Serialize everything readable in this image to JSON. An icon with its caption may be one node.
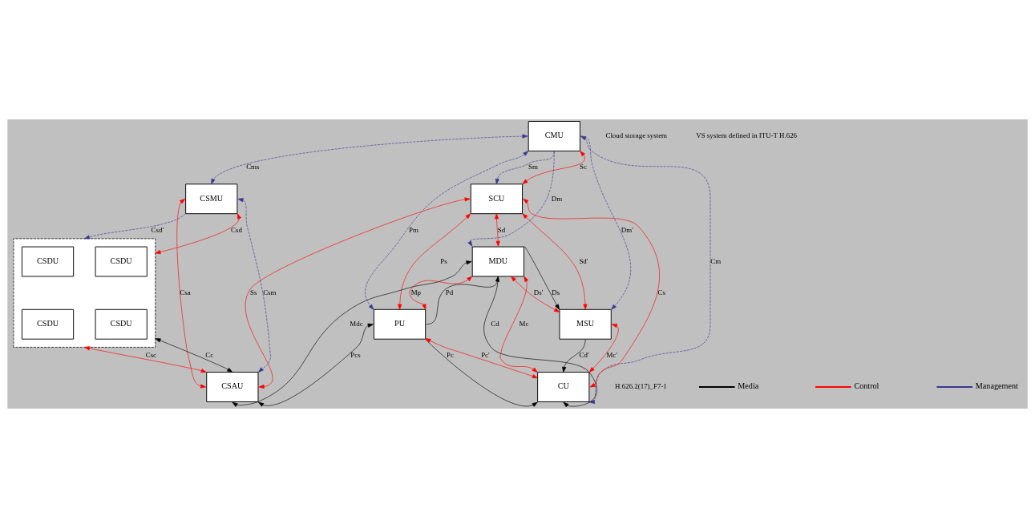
{
  "diagram": {
    "nodes": [
      {
        "text": [
          "CMU"
        ]
      },
      {
        "text": [
          "CSMU"
        ]
      },
      {
        "text": [],
        "shape": "box"
      },
      {
        "text": [
          "CSDU"
        ],
        "in": 2
      },
      {
        "text": [
          "CSDU"
        ],
        "in": 2
      },
      {
        "text": [
          "CSDU"
        ],
        "in": 2
      },
      {
        "text": [
          "CSDU"
        ],
        "in": 2
      },
      {
        "text": [
          "SCU"
        ]
      },
      {
        "text": [
          "MDU"
        ]
      },
      {
        "text": [
          "MSU"
        ]
      },
      {
        "text": [
          "CSAU"
        ]
      },
      {
        "text": [
          "PU"
        ]
      },
      {
        "text": [
          "CU"
        ]
      }
    ],
    "edges": [
      {
        "from": 0,
        "to": 1,
        "arrow": "both",
        "label": "Cms",
        "style": "dashed",
        "color": "#3c3791"
      },
      {
        "from": 1,
        "to": 10,
        "arrow": "both",
        "label": "Csm",
        "style": "dashed",
        "color": "#3c3791"
      },
      {
        "from": 1,
        "to": 2,
        "arrow": "to",
        "label": "Csd'",
        "style": "dashed",
        "color": "#3c3791"
      },
      {
        "from": 1,
        "to": 2,
        "arrow": "both",
        "label": "Csd",
        "color": "#ff0000"
      },
      {
        "from": 1,
        "to": 10,
        "arrow": "both",
        "label": "Csa",
        "color": "#ff0000"
      },
      {
        "from": 2,
        "to": 10,
        "arrow": "both",
        "label": "Csc",
        "color": "#ff0000"
      },
      {
        "from": 2,
        "to": 10,
        "arrow": "both",
        "label": "Cc",
        "color": "#000000"
      },
      {
        "from": 7,
        "to": 10,
        "arrow": "both",
        "label": "Ss",
        "color": "#ff0000"
      },
      {
        "from": 8,
        "to": 10,
        "arrow": "both",
        "label": "Mdc",
        "color": "#000000"
      },
      {
        "from": 11,
        "to": 10,
        "arrow": "both",
        "label": "Pcs",
        "color": "#000000"
      },
      {
        "from": 0,
        "to": 11,
        "arrow": "both",
        "label": "Pm",
        "style": "dashed",
        "color": "#3c3791"
      },
      {
        "from": 0,
        "to": 8,
        "arrow": "to",
        "label": "Dm",
        "style": "dashed",
        "color": "#3c3791"
      },
      {
        "from": 0,
        "to": 7,
        "arrow": "to",
        "label": "Sm",
        "style": "dashed",
        "color": "#3c3791"
      },
      {
        "from": 0,
        "to": 7,
        "arrow": "both",
        "label": "Sc",
        "color": "#ff0000"
      },
      {
        "from": 0,
        "to": 9,
        "arrow": "to",
        "label": "Dm'",
        "style": "dashed",
        "color": "#3c3791"
      },
      {
        "from": 0,
        "to": 12,
        "arrow": "both",
        "label": "Cm",
        "style": "dashed",
        "color": "#3c3791"
      },
      {
        "from": 7,
        "to": 11,
        "arrow": "both",
        "label": "Ps",
        "color": "#ff0000"
      },
      {
        "from": 7,
        "to": 8,
        "arrow": "both",
        "label": "Sd",
        "color": "#ff0000"
      },
      {
        "from": 7,
        "to": 9,
        "arrow": "both",
        "label": "Sd'",
        "color": "#ff0000"
      },
      {
        "from": 7,
        "to": 12,
        "arrow": "both",
        "label": "Cs",
        "color": "#ff0000"
      },
      {
        "from": 8,
        "to": 9,
        "arrow": "to",
        "label": "Ds",
        "color": "#000000"
      },
      {
        "from": 8,
        "to": 9,
        "arrow": "both",
        "label": "Ds'",
        "color": "#ff0000"
      },
      {
        "from": 8,
        "to": 11,
        "arrow": "both",
        "label": "Mp",
        "color": "#ff0000"
      },
      {
        "from": 11,
        "to": 8,
        "arrow": "to",
        "label": "Pd",
        "color": "#000000"
      },
      {
        "from": 8,
        "to": 12,
        "arrow": "to",
        "label": "Cd",
        "color": "#000000"
      },
      {
        "from": 8,
        "to": 12,
        "arrow": "both",
        "label": "Mc",
        "color": "#ff0000"
      },
      {
        "from": 9,
        "to": 12,
        "arrow": "both",
        "label": "Mc'",
        "color": "#ff0000"
      },
      {
        "from": 9,
        "to": 12,
        "arrow": "to",
        "label": "Cd'",
        "color": "#000000"
      },
      {
        "from": 11,
        "to": 12,
        "arrow": "to",
        "label": "Pc",
        "color": "#000000"
      },
      {
        "from": 11,
        "to": 12,
        "arrow": "both",
        "label": "Pc'",
        "color": "#ff0000"
      }
    ],
    "labels": [
      "Cloud storage system",
      "VS system defined in ITU-T H.626",
      "H.626.2(17)_F7-1"
    ],
    "legend": [
      {
        "text": "Media"
      },
      {
        "text": "Control"
      },
      {
        "text": "Management"
      }
    ]
  }
}
